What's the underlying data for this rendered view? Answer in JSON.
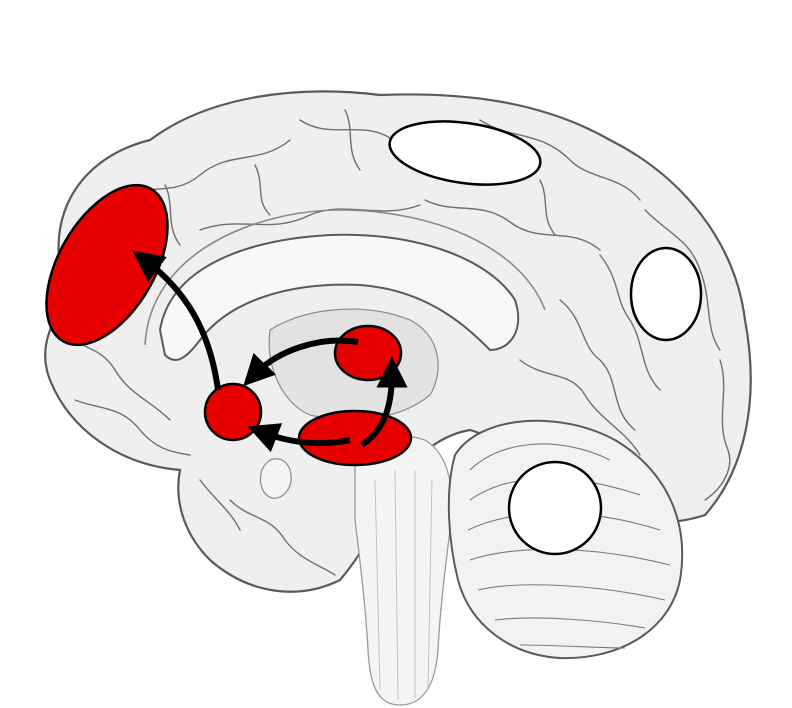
{
  "diagram": {
    "kind": "brain-midsagittal",
    "colors": {
      "highlight": "#e60000",
      "outline": "#000000",
      "neutral_region": "#ffffff",
      "brain_fill": "#efefef",
      "brain_shade": "#d9d9d9",
      "arrow": "#000000"
    },
    "regions": [
      {
        "id": "prefrontal",
        "highlighted": true
      },
      {
        "id": "anterior-cingulate",
        "highlighted": true
      },
      {
        "id": "thalamus",
        "highlighted": true
      },
      {
        "id": "midbrain",
        "highlighted": true
      },
      {
        "id": "parietal",
        "highlighted": false
      },
      {
        "id": "occipital",
        "highlighted": false
      },
      {
        "id": "cerebellum",
        "highlighted": false
      }
    ],
    "connections": [
      {
        "from": "anterior-cingulate",
        "to": "prefrontal"
      },
      {
        "from": "thalamus",
        "to": "anterior-cingulate"
      },
      {
        "from": "midbrain",
        "to": "anterior-cingulate"
      },
      {
        "from": "midbrain",
        "to": "thalamus"
      }
    ]
  }
}
